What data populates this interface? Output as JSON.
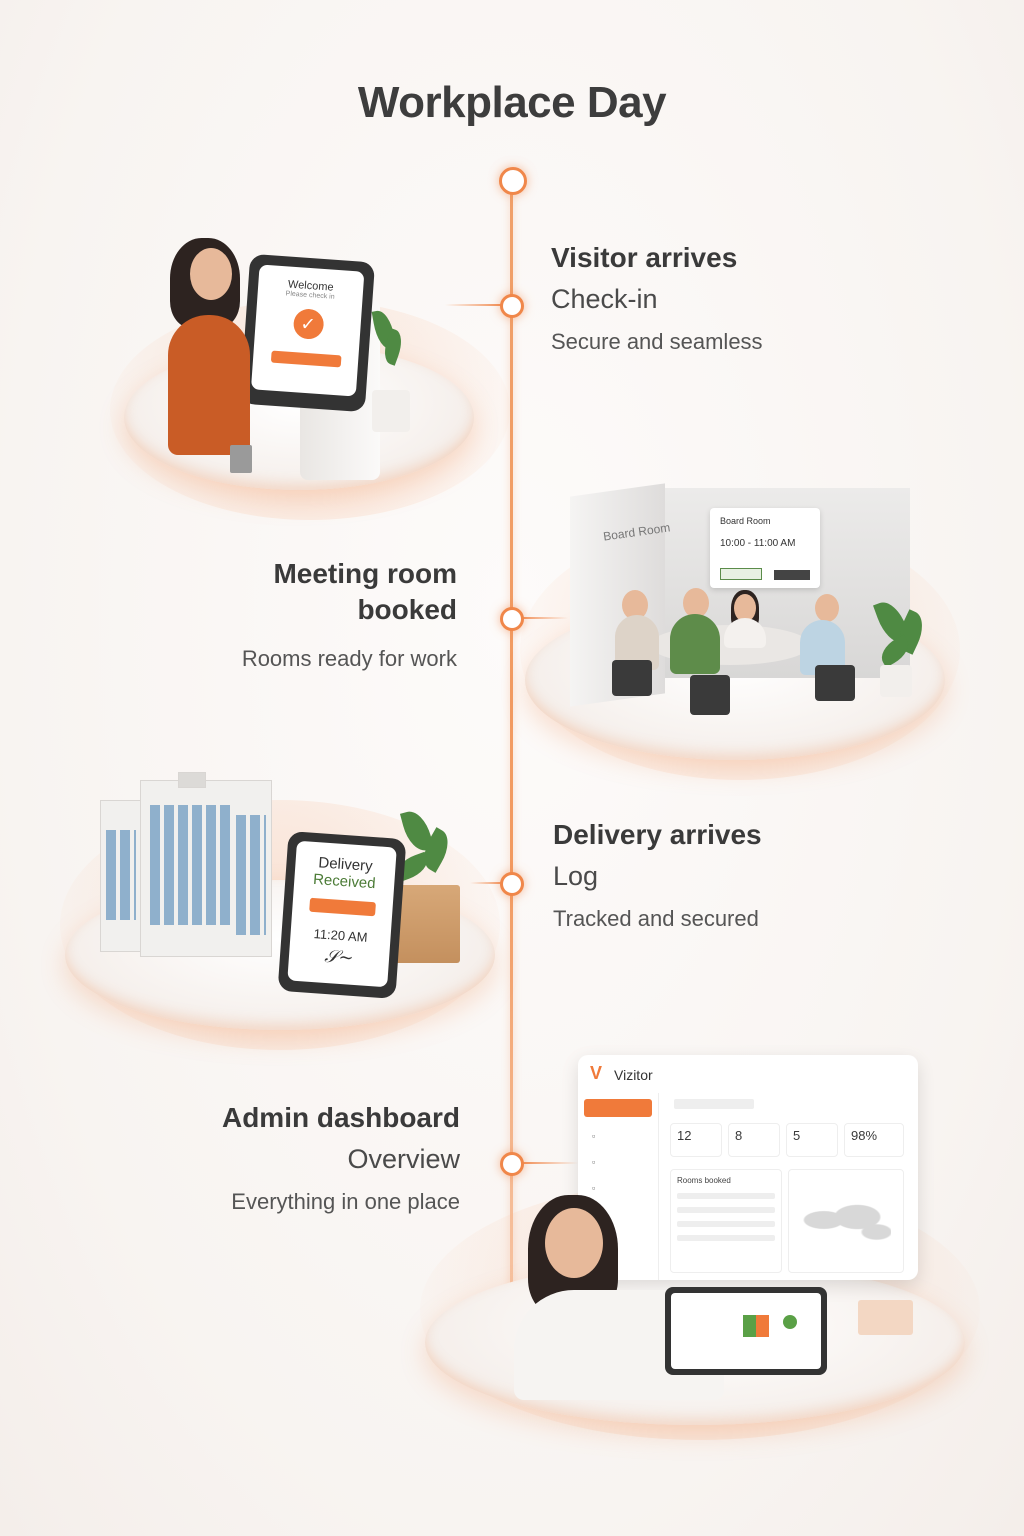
{
  "title": "Workplace Day",
  "stages": [
    {
      "heading": "Visitor arrives",
      "action": "Check-in",
      "description": "Secure and seamless",
      "kiosk": {
        "welcome": "Welcome",
        "prompt": "Please check in"
      }
    },
    {
      "heading_line1": "Meeting room",
      "heading_line2": "booked",
      "description": "Rooms ready for work",
      "room": {
        "wall_label": "Board Room",
        "sign_title": "Board Room",
        "sign_time": "10:00 - 11:00 AM"
      }
    },
    {
      "heading": "Delivery arrives",
      "action": "Log",
      "description": "Tracked and secured",
      "device": {
        "line1": "Delivery",
        "line2": "Received",
        "time": "11:20 AM"
      }
    },
    {
      "heading": "Admin dashboard",
      "action": "Overview",
      "description": "Everything in one place",
      "dashboard": {
        "brand": "Vizitor",
        "stats": [
          "12",
          "8",
          "5",
          "98%"
        ],
        "panel_rooms": "Rooms booked"
      }
    }
  ],
  "colors": {
    "accent": "#f0874a",
    "text": "#3a3a3a"
  }
}
